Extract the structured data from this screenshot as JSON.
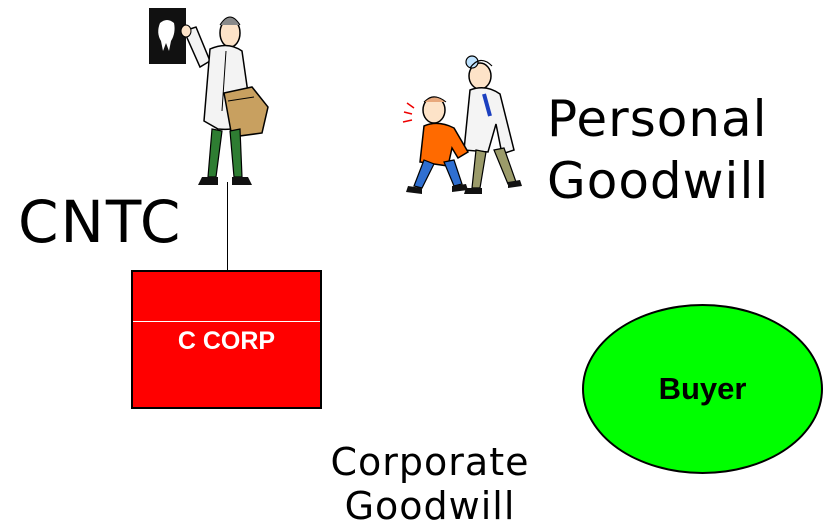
{
  "labels": {
    "cntc": "CNTC",
    "personal_goodwill": "Personal\nGoodwill",
    "corporate_goodwill": "Corporate\nGoodwill"
  },
  "entities": {
    "c_corp": {
      "label": "C CORP",
      "fill": "#ff0000",
      "text_color": "#ffffff"
    },
    "buyer": {
      "label": "Buyer",
      "fill": "#00ff00",
      "text_color": "#000000"
    }
  },
  "icons": {
    "dentist": "dentist-with-xray-icon",
    "doctor_patient": "doctor-examining-patient-icon"
  }
}
